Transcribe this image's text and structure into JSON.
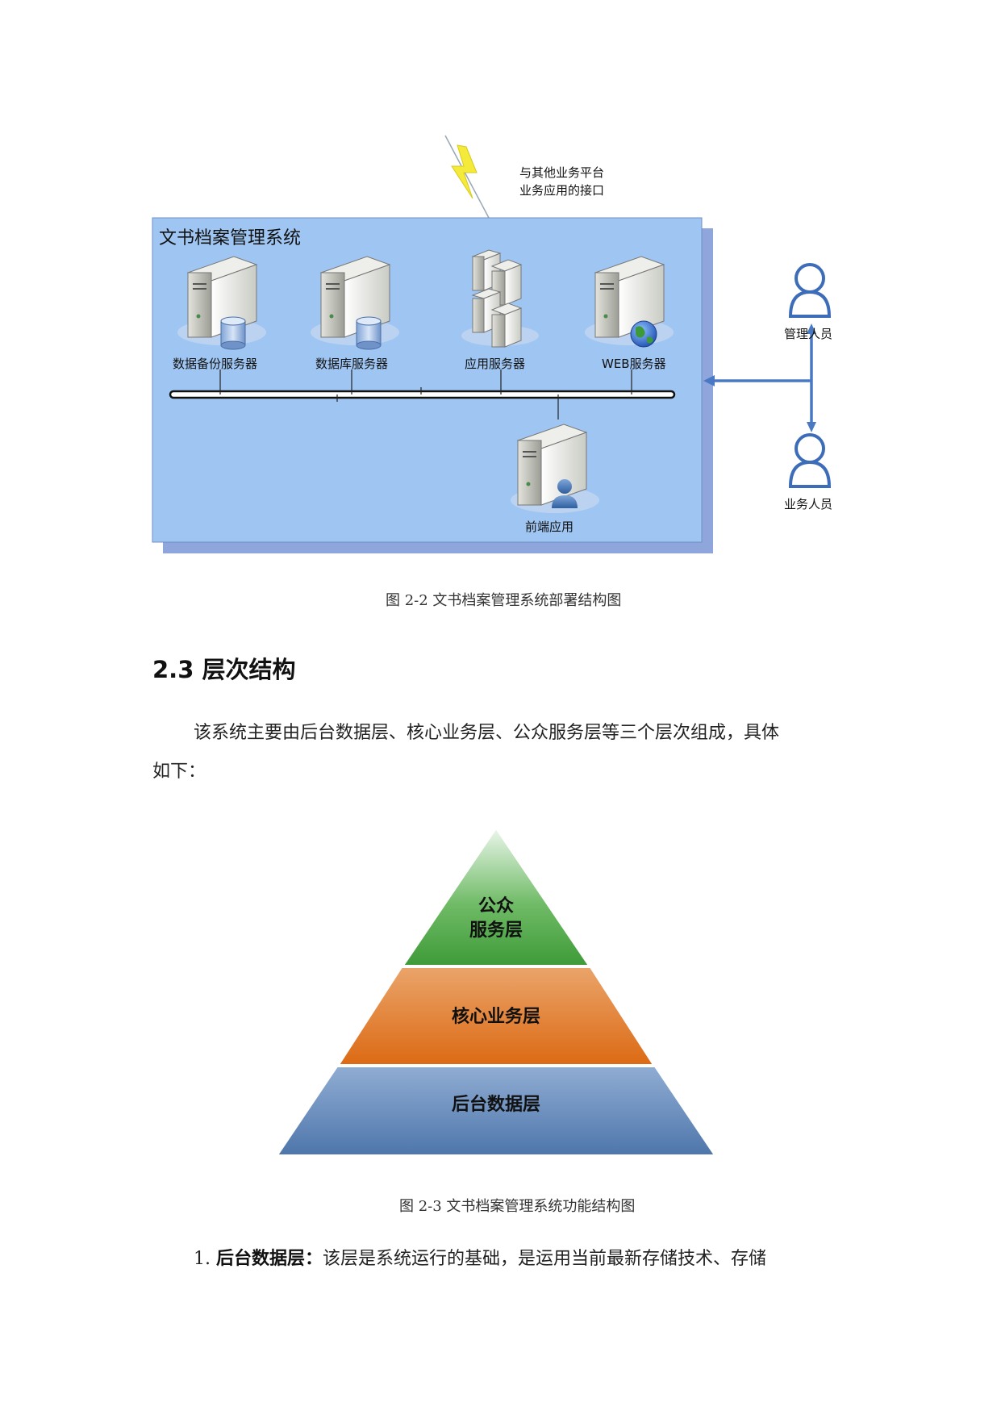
{
  "figure1": {
    "interface_label_line1": "与其他业务平台",
    "interface_label_line2": "业务应用的接口",
    "system_title": "文书档案管理系统",
    "servers": [
      {
        "label": "数据备份服务器"
      },
      {
        "label": "数据库服务器"
      },
      {
        "label": "应用服务器"
      },
      {
        "label": "WEB服务器"
      }
    ],
    "frontend_label": "前端应用",
    "users": [
      {
        "label": "管理人员"
      },
      {
        "label": "业务人员"
      }
    ],
    "caption": "图 2-2 文书档案管理系统部署结构图"
  },
  "section": {
    "heading": "2.3 层次结构",
    "intro_line1": "该系统主要由后台数据层、核心业务层、公众服务层等三个层次组成，具体",
    "intro_line2": "如下："
  },
  "figure2": {
    "top_line1": "公众",
    "top_line2": "服务层",
    "middle": "核心业务层",
    "bottom": "后台数据层",
    "caption": "图 2-3 文书档案管理系统功能结构图"
  },
  "list": {
    "item1_number": "1.",
    "item1_title": "后台数据层：",
    "item1_text": "该层是系统运行的基础，是运用当前最新存储技术、存储"
  },
  "colors": {
    "system_box": "#9fc6f3",
    "system_shadow": "#8fa6dd",
    "arrow": "#4a79c4",
    "pyramid_top": "#4ca545",
    "pyramid_middle": "#e27728",
    "pyramid_bottom": "#5b82b5"
  }
}
